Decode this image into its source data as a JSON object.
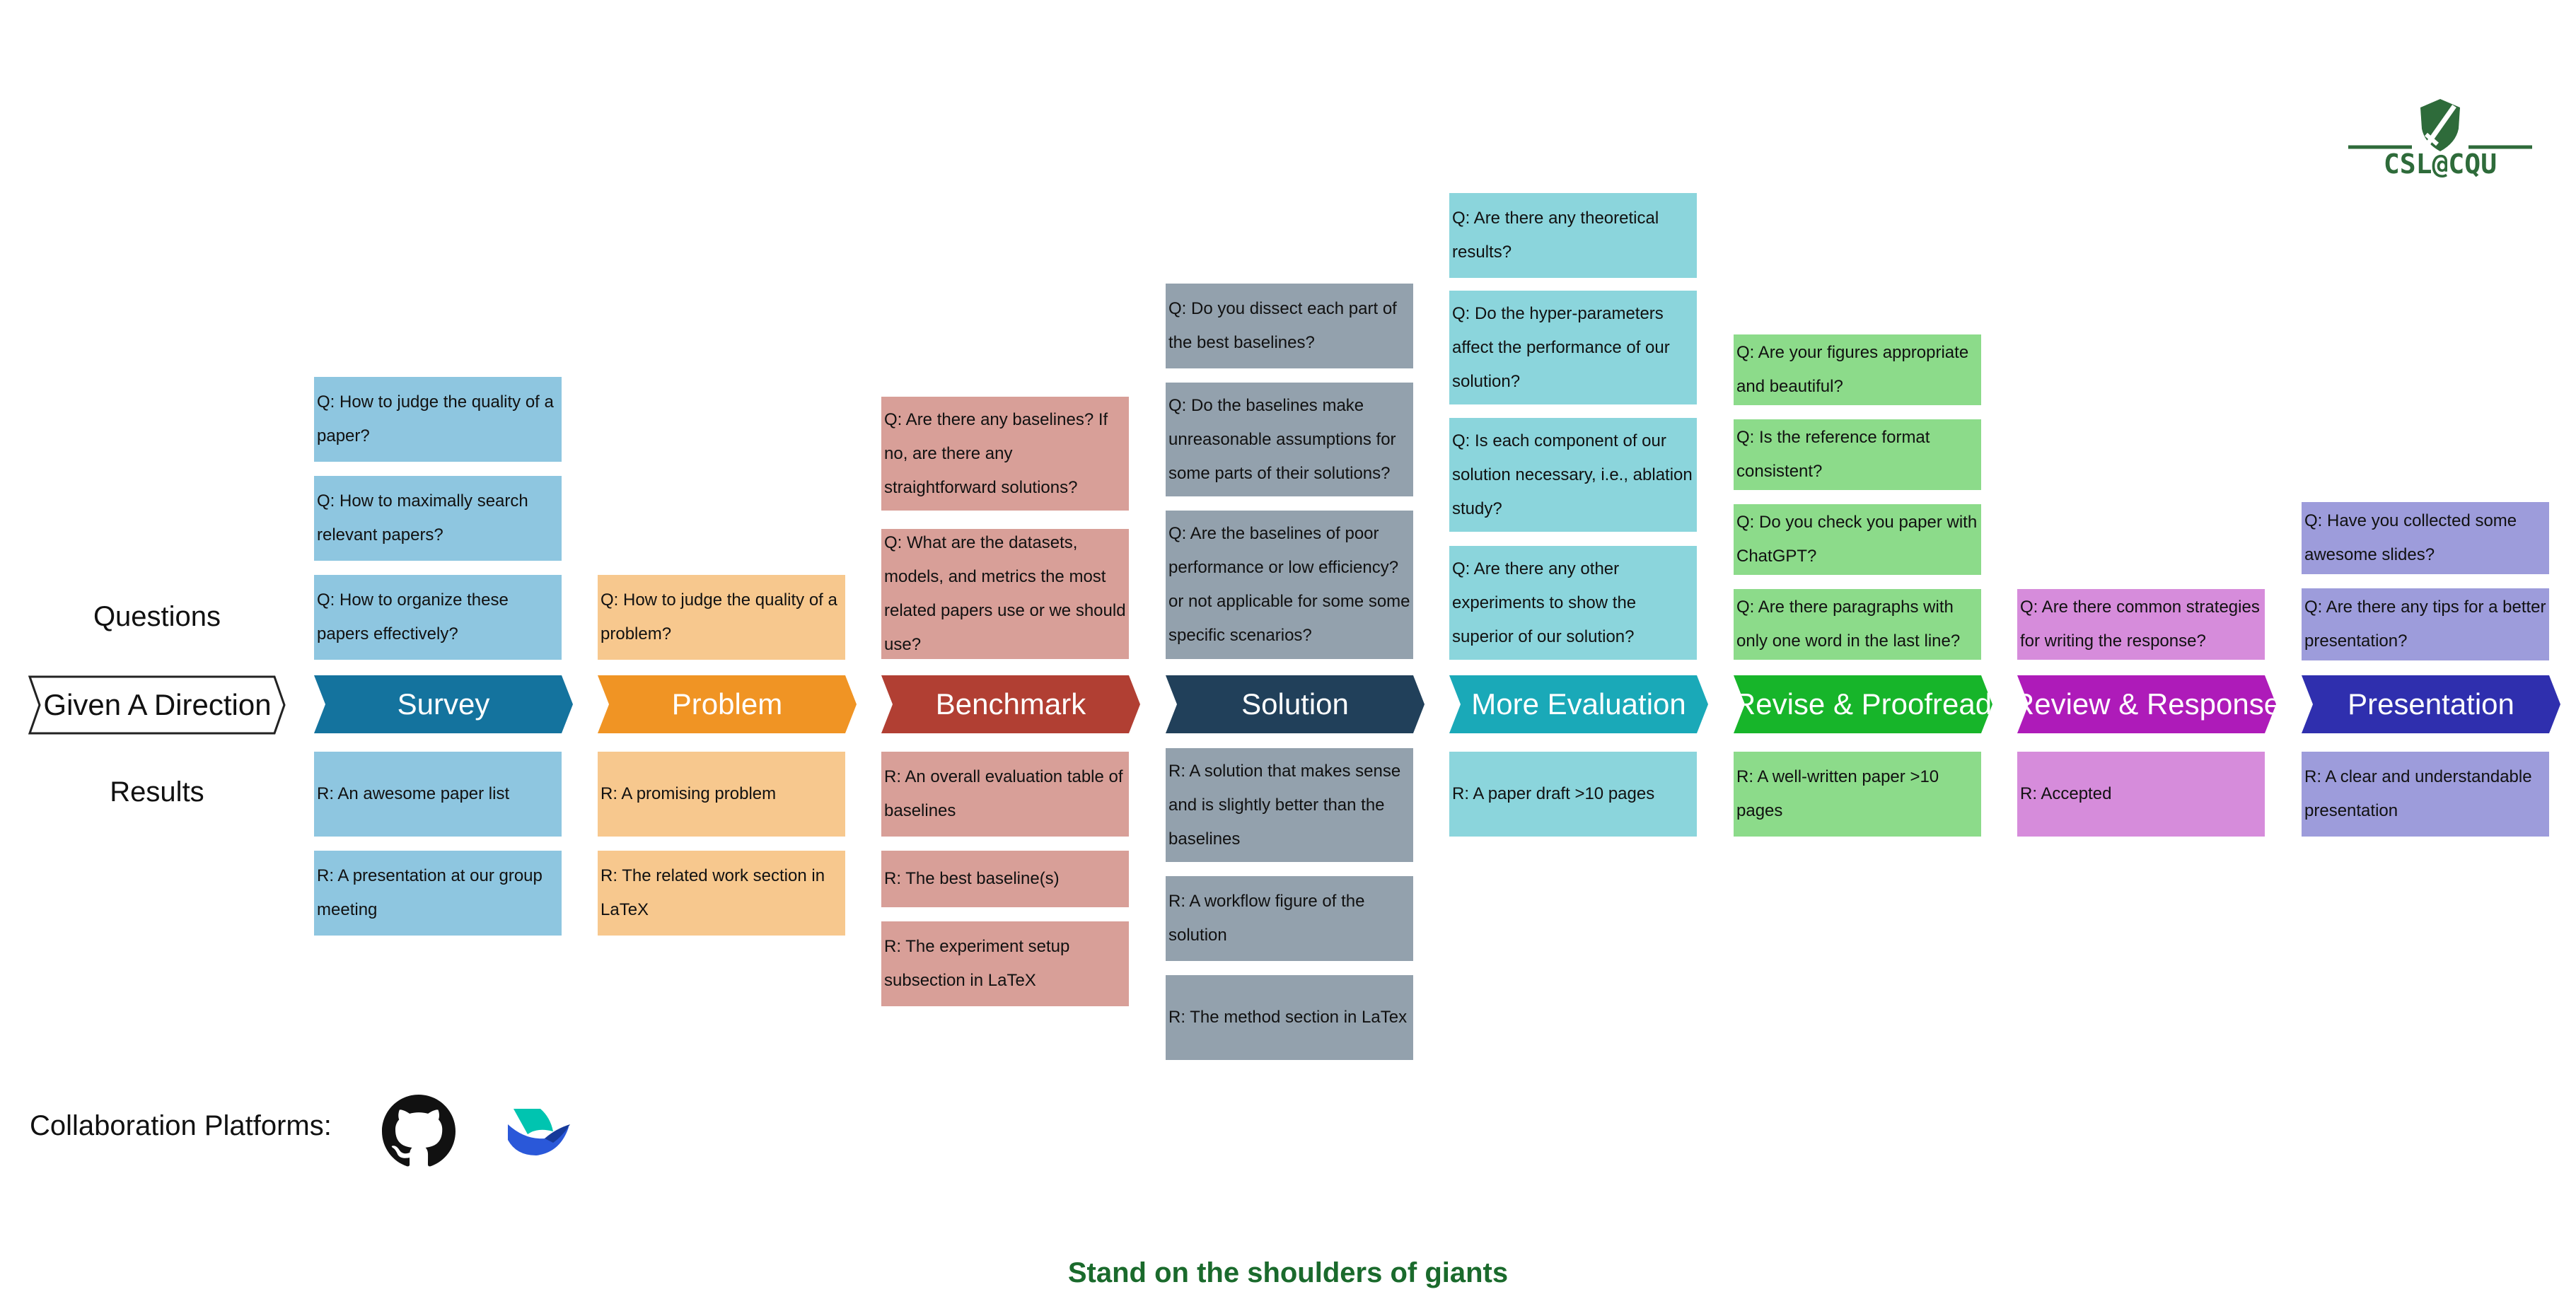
{
  "row_labels": {
    "questions": "Questions",
    "results": "Results"
  },
  "start": "Given A Direction",
  "stages": [
    {
      "label": "Survey",
      "color": "#14739e",
      "card_color": "#8ec6e0",
      "questions": [
        "Q: How to judge the quality of a paper?",
        "Q: How to maximally search relevant papers?",
        "Q: How to organize these papers effectively?"
      ],
      "results": [
        "R: An awesome paper list",
        "R: A presentation at our group meeting"
      ]
    },
    {
      "label": "Problem",
      "color": "#f09424",
      "card_color": "#f7c88e",
      "questions": [
        "Q: How to judge the quality of a problem?"
      ],
      "results": [
        "R: A promising problem",
        "R: The related work section in LaTeX"
      ]
    },
    {
      "label": "Benchmark",
      "color": "#b13f33",
      "card_color": "#d89f98",
      "questions": [
        "Q: Are there any baselines?  If no, are there any straightforward solutions?",
        "Q: What are the datasets, models, and metrics the most related papers use or we should use?"
      ],
      "results": [
        "R: An overall evaluation table of baselines",
        "R: The best baseline(s)",
        "R: The experiment setup subsection in LaTeX"
      ]
    },
    {
      "label": "Solution",
      "color": "#21405a",
      "card_color": "#93a1ad",
      "questions": [
        "Q: Do you dissect each part of the best baselines?",
        "Q: Do the baselines make unreasonable assumptions for some parts of their solutions?",
        "Q: Are the baselines of  poor performance or low efficiency? or  not applicable for some some specific scenarios?"
      ],
      "results": [
        "R: A solution that makes sense and is slightly better than the baselines",
        "R: A workflow figure of the solution",
        "R: The method section in LaTex"
      ]
    },
    {
      "label": "More Evaluation",
      "color": "#1aa9b8",
      "card_color": "#8bd5dc",
      "questions": [
        "Q: Are there any theoretical results?",
        "Q: Do the hyper-parameters affect the performance of our solution?",
        "Q: Is each component of our solution necessary, i.e., ablation study?",
        "Q: Are there any other experiments to show the superior of our solution?"
      ],
      "results": [
        "R: A paper draft >10 pages"
      ]
    },
    {
      "label": "Revise & Proofread",
      "color": "#17b52a",
      "card_color": "#8cdb8a",
      "questions": [
        "Q:  Are your figures appropriate and beautiful?",
        "Q:  Is the reference format consistent?",
        "Q: Do you check you paper with ChatGPT?",
        "Q: Are there paragraphs with only one word in the last line?"
      ],
      "results": [
        "R: A well-written paper >10 pages"
      ]
    },
    {
      "label": "Review & Response",
      "color": "#ae1bb9",
      "card_color": "#d68cdb",
      "questions": [
        "Q: Are there common strategies for writing the response?"
      ],
      "results": [
        "R: Accepted"
      ]
    },
    {
      "label": "Presentation",
      "color": "#2f2fae",
      "card_color": "#9d9cdb",
      "questions": [
        "Q: Have you collected some awesome slides?",
        "Q: Are there any tips for a better presentation?"
      ],
      "results": [
        "R: A clear and understandable presentation"
      ]
    }
  ],
  "platforms": {
    "label": "Collaboration Platforms:",
    "icons": [
      "github-icon",
      "lark-icon"
    ]
  },
  "logo": {
    "text": "CSL@CQU",
    "color": "#2e6b3a"
  },
  "motto": "Stand on the shoulders of giants"
}
